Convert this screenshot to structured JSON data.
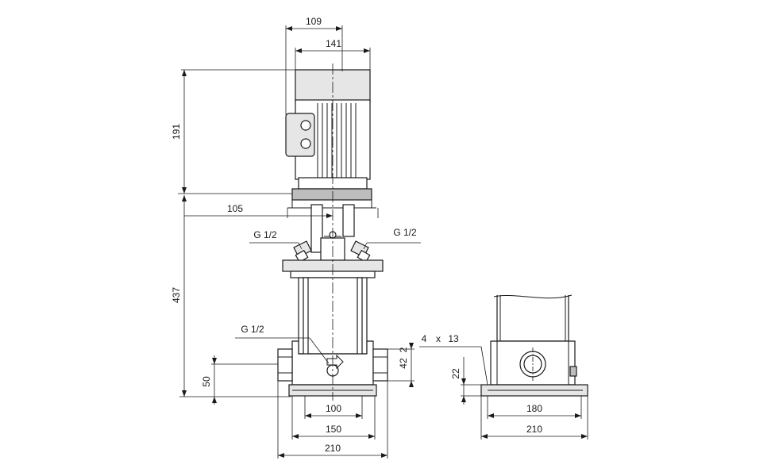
{
  "dimensions": {
    "motor_body_width": "109",
    "motor_cover_width": "141",
    "motor_height": "191",
    "pump_height": "437",
    "coupling_offset": "105",
    "vent_plug_left": "G 1/2",
    "vent_plug_right": "G 1/2",
    "drain_plug": "G 1/2",
    "port_center_height_right": "42",
    "port_offset_right": "2",
    "inlet_height": "50",
    "port_distance": "100",
    "base_inner": "150",
    "base_outer": "210",
    "bolt_holes_count": "4",
    "bolt_holes_x": "x",
    "bolt_holes_size": "13",
    "foot_height": "22",
    "side_bolt_distance": "180",
    "side_base_width": "210"
  }
}
